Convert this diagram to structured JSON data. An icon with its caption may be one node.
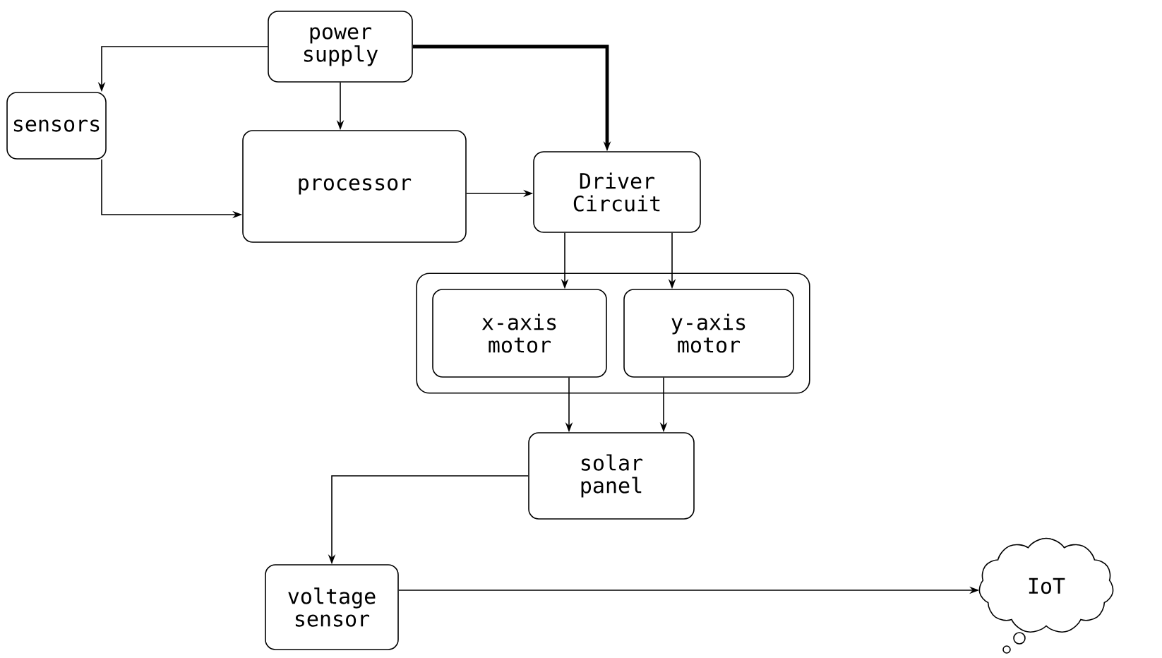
{
  "diagram": {
    "nodes": [
      {
        "text": [
          "power supply"
        ]
      },
      {
        "text": [
          "sensors"
        ]
      },
      {
        "text": [
          "processor"
        ]
      },
      {
        "text": [
          "Driver Circuit"
        ]
      },
      {
        "text": [],
        "shape": "box"
      },
      {
        "text": [
          "x-axis motor"
        ],
        "in": 4
      },
      {
        "text": [
          "y-axis motor"
        ],
        "in": 4
      },
      {
        "text": [
          "solar panel"
        ]
      },
      {
        "text": [
          "voltage sensor"
        ]
      },
      {
        "text": [
          "IoT"
        ]
      }
    ],
    "edges": [
      {
        "from": 0,
        "to": 1,
        "arrow": "to"
      },
      {
        "from": 0,
        "to": 2,
        "arrow": "to"
      },
      {
        "from": 0,
        "to": 3,
        "arrow": "to",
        "style": "thick"
      },
      {
        "from": 1,
        "to": 2,
        "arrow": "to"
      },
      {
        "from": 2,
        "to": 3,
        "arrow": "to"
      },
      {
        "from": 3,
        "to": 5,
        "arrow": "to"
      },
      {
        "from": 3,
        "to": 6,
        "arrow": "to"
      },
      {
        "from": 5,
        "to": 7,
        "arrow": "to"
      },
      {
        "from": 6,
        "to": 7,
        "arrow": "to"
      },
      {
        "from": 7,
        "to": 8,
        "arrow": "to"
      },
      {
        "from": 8,
        "to": 9,
        "arrow": "to"
      }
    ]
  }
}
